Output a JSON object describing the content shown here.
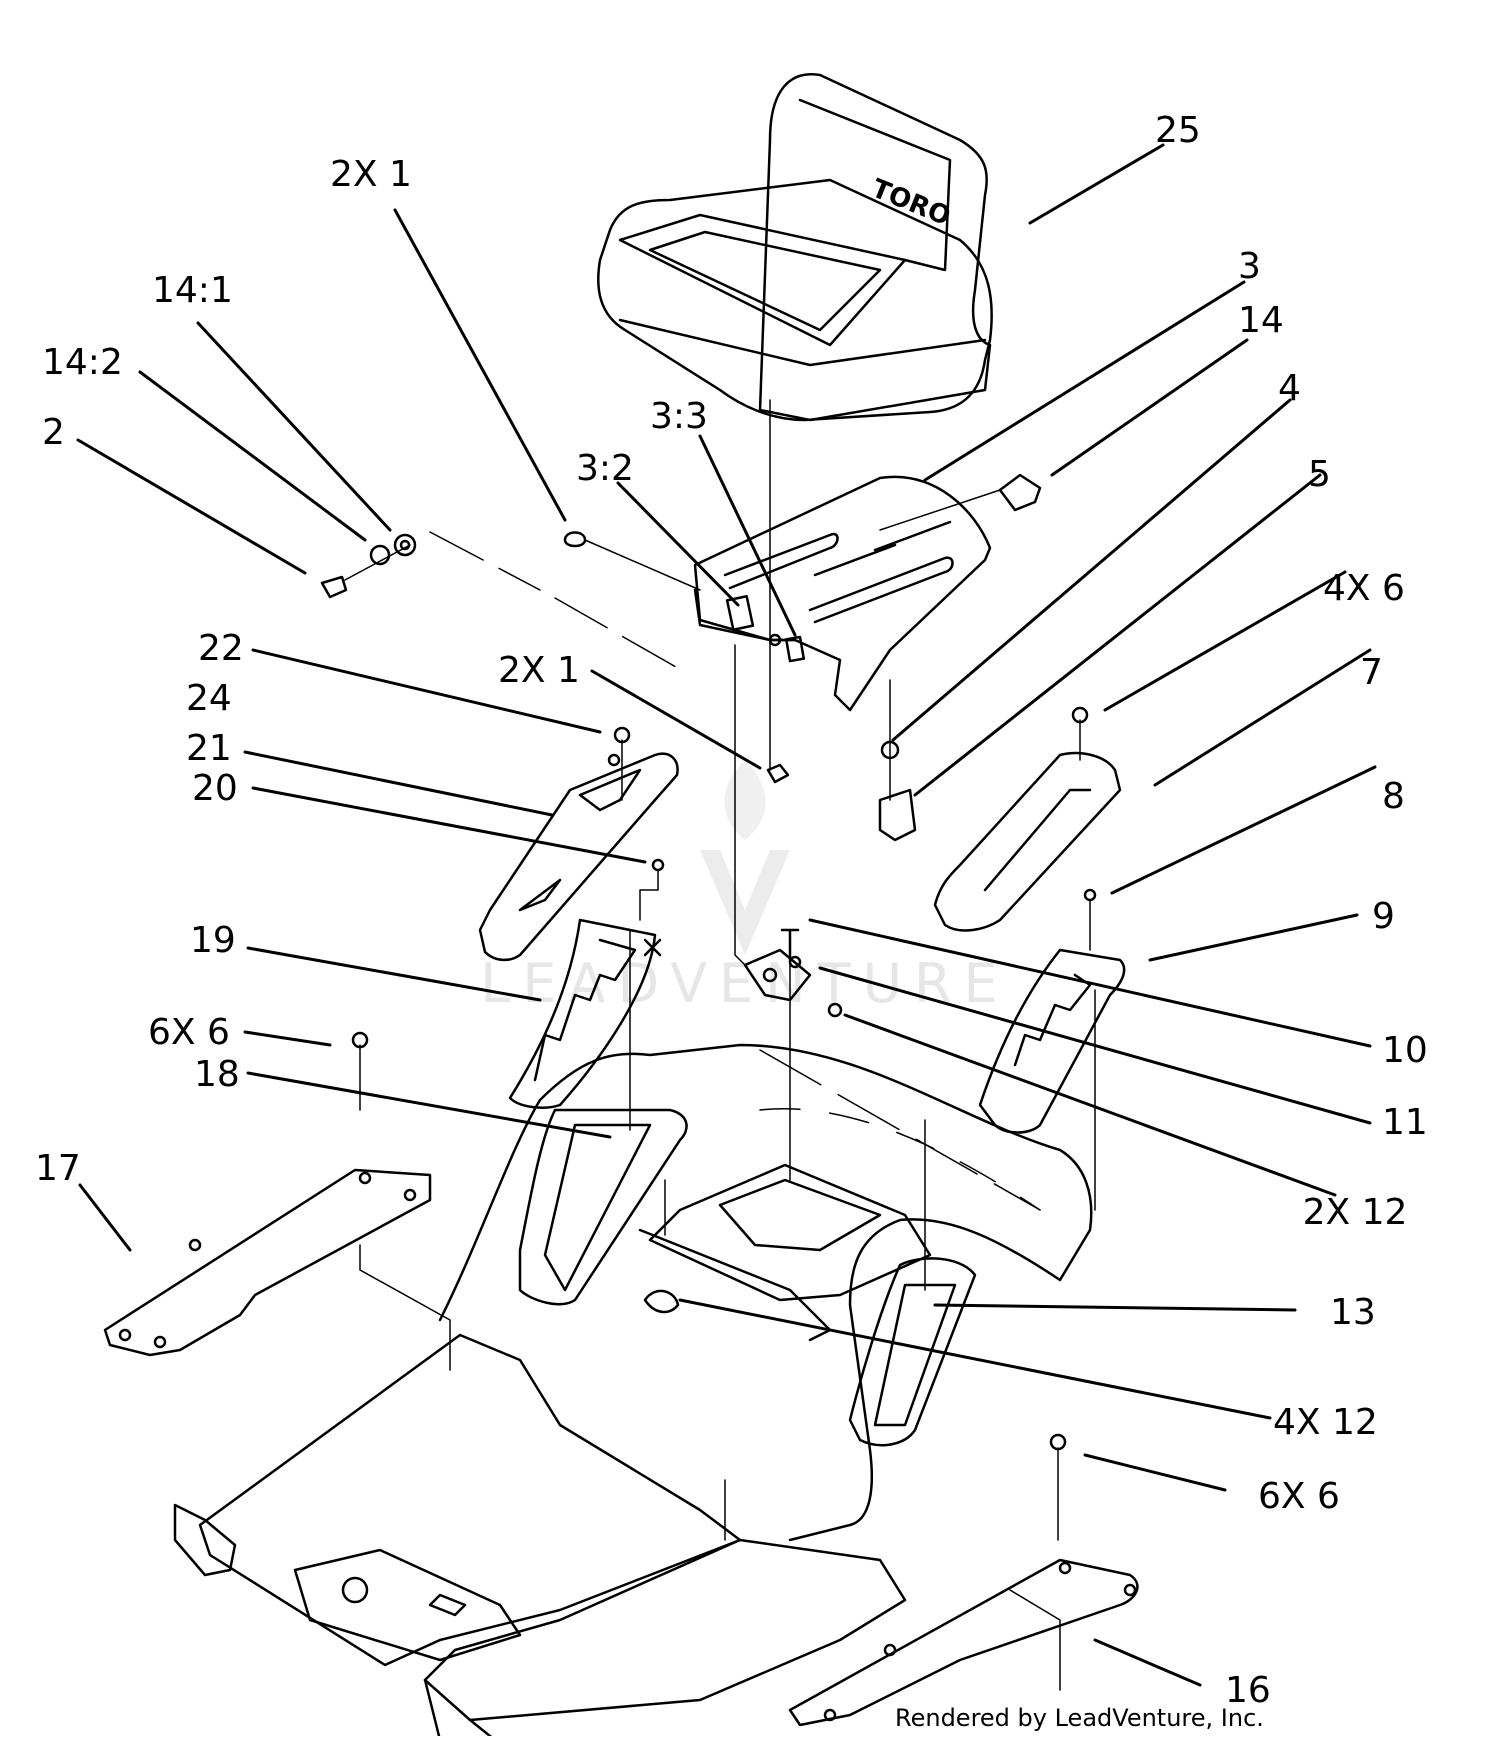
{
  "diagram": {
    "brand_on_seat": "TORO",
    "watermark": "LEADVENTURE",
    "credit": "Rendered by LeadVenture, Inc."
  },
  "callouts": [
    {
      "id": "c25",
      "label": "25"
    },
    {
      "id": "c2x1a",
      "label": "2X 1"
    },
    {
      "id": "c3",
      "label": "3"
    },
    {
      "id": "c14",
      "label": "14"
    },
    {
      "id": "c141",
      "label": "14:1"
    },
    {
      "id": "c142",
      "label": "14:2"
    },
    {
      "id": "c4",
      "label": "4"
    },
    {
      "id": "c2",
      "label": "2"
    },
    {
      "id": "c33",
      "label": "3:3"
    },
    {
      "id": "c32",
      "label": "3:2"
    },
    {
      "id": "c5",
      "label": "5"
    },
    {
      "id": "c4x6",
      "label": "4X 6"
    },
    {
      "id": "c22",
      "label": "22"
    },
    {
      "id": "c2x1b",
      "label": "2X 1"
    },
    {
      "id": "c7",
      "label": "7"
    },
    {
      "id": "c24",
      "label": "24"
    },
    {
      "id": "c21",
      "label": "21"
    },
    {
      "id": "c20",
      "label": "20"
    },
    {
      "id": "c8",
      "label": "8"
    },
    {
      "id": "c9",
      "label": "9"
    },
    {
      "id": "c19",
      "label": "19"
    },
    {
      "id": "c10",
      "label": "10"
    },
    {
      "id": "c6x6a",
      "label": "6X 6"
    },
    {
      "id": "c18",
      "label": "18"
    },
    {
      "id": "c11",
      "label": "11"
    },
    {
      "id": "c17",
      "label": "17"
    },
    {
      "id": "c2x12",
      "label": "2X 12"
    },
    {
      "id": "c13",
      "label": "13"
    },
    {
      "id": "c4x12",
      "label": "4X 12"
    },
    {
      "id": "c6x6b",
      "label": "6X 6"
    },
    {
      "id": "c16",
      "label": "16"
    }
  ]
}
